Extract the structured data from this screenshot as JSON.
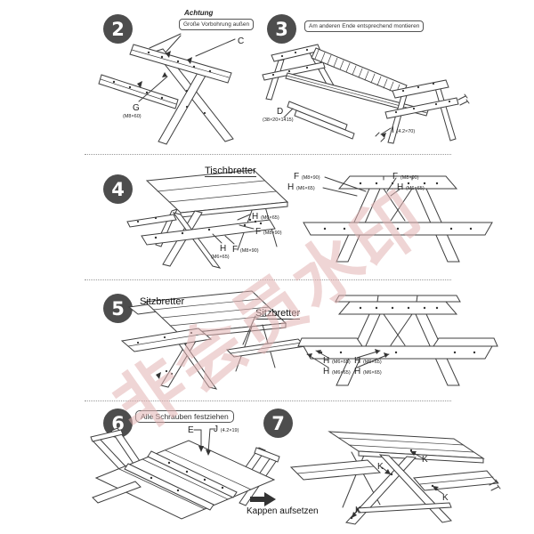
{
  "watermark": {
    "text": "非会员水印",
    "color": "#e8c7c7"
  },
  "step2": {
    "number": "2",
    "achtung_title": "Achtung",
    "achtung_note": "Große Vorbohrung außen",
    "label_c": "C",
    "label_g": "G",
    "label_g_size": "(M8×60)"
  },
  "step3": {
    "number": "3",
    "note": "Am anderen Ende entsprechend montieren",
    "label_d": "D",
    "label_d_size": "(38×20×1415)",
    "label_i": "I",
    "label_i_size": "(4.2×70)"
  },
  "step4": {
    "number": "4",
    "part_label": "Tischbretter"
  },
  "step5": {
    "number": "5",
    "part_label_left": "Sitzbretter",
    "part_label_right": "Sitzbretter"
  },
  "step6": {
    "number": "6",
    "note": "Alle Schrauben festziehen",
    "label_e": "E",
    "label_j": "J",
    "label_j_size": "(4.2×19)"
  },
  "step7": {
    "number": "7",
    "label_k": "K",
    "caption": "Kappen aufsetzen"
  },
  "fasteners": {
    "f": "F",
    "f_size": "(M8×90)",
    "h": "H",
    "h_size": "(M6×65)"
  }
}
